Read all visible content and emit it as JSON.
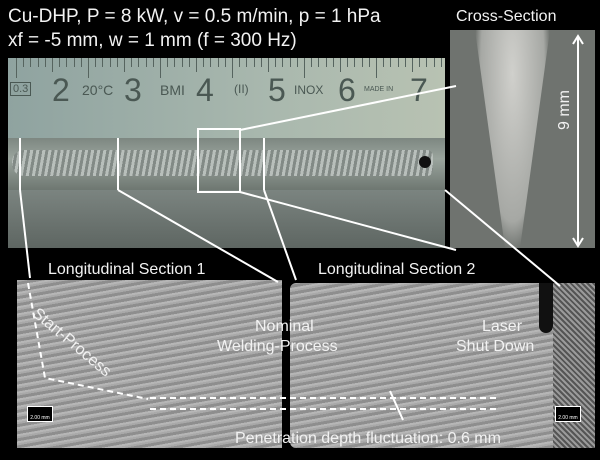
{
  "title_line1": "Cu-DHP, P = 8 kW, v = 0.5 m/min, p = 1 hPa",
  "title_line2": "xf = -5 mm, w = 1 mm (f = 300 Hz)",
  "ruler_marks": [
    "0.3",
    "2",
    "20°C",
    "3",
    "BMI",
    "4",
    "(II)",
    "5",
    "INOX",
    "6",
    "MADE IN",
    "7"
  ],
  "cross_section": {
    "label": "Cross-Section",
    "depth": "9 mm"
  },
  "section1": {
    "label": "Longitudinal Section 1",
    "annotation": "Start-Process",
    "scale_bar": "2.00 mm"
  },
  "section2": {
    "label": "Longitudinal Section 2",
    "annotation_nominal_1": "Nominal",
    "annotation_nominal_2": "Welding-Process",
    "annotation_end_1": "Laser",
    "annotation_end_2": "Shut Down",
    "scale_bar": "2.00 mm"
  },
  "fluctuation": "Penetration depth fluctuation: 0.6 mm"
}
